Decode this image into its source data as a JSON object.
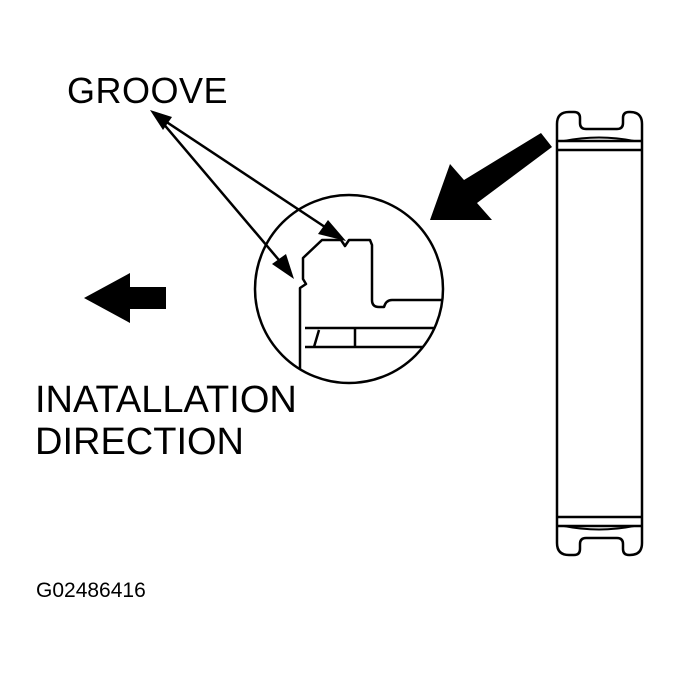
{
  "labels": {
    "groove": "GROOVE",
    "direction_line1": "INATALLATION",
    "direction_line2": "DIRECTION",
    "figure_id": "G02486416"
  },
  "colors": {
    "ink": "#000000",
    "paper": "#ffffff"
  },
  "icons": {
    "installation_arrow": "arrow-left-icon",
    "callout_arrow": "arrow-down-left-icon"
  }
}
